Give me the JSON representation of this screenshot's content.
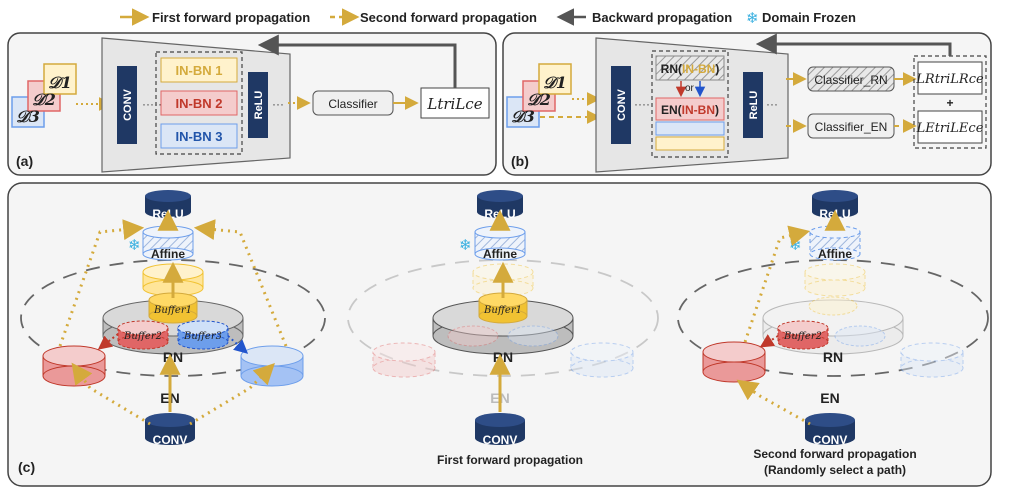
{
  "legend": {
    "first_forward": "First forward propagation",
    "second_forward": "Second forward propagation",
    "backward": "Backward propagation",
    "domain_frozen": "Domain Frozen"
  },
  "domains": {
    "d1": "𝒟1",
    "d2": "𝒟2",
    "d3": "𝒟3"
  },
  "panel_a": {
    "label": "(a)",
    "conv": "CONV",
    "relu": "ReLU",
    "bn1": "IN-BN 1",
    "bn2": "IN-BN 2",
    "bn3": "IN-BN 3",
    "classifier": "Classifier",
    "loss": "LtriLce"
  },
  "panel_b": {
    "label": "(b)",
    "conv": "CONV",
    "relu": "ReLU",
    "rn_prefix": "RN(",
    "rn_inner": "IN-BN",
    "rn_suffix": ")",
    "or": "or",
    "en_prefix": "EN(",
    "en_inner": "IN-BN",
    "en_suffix": ")",
    "classifier_rn": "Classifier_RN",
    "classifier_en": "Classifier_EN",
    "loss_r": "LRtriLRce",
    "plus": "+",
    "loss_e": "LEtriLEce"
  },
  "panel_c": {
    "label": "(c)",
    "relu": "ReLU",
    "affine": "Affine",
    "buffer1": "Buffer1",
    "buffer2": "Buffer2",
    "buffer3": "Buffer3",
    "rn": "RN",
    "en": "EN",
    "conv": "CONV",
    "caption_mid": "First forward propagation",
    "caption_right_1": "Second forward propagation",
    "caption_right_2": "(Randomly select a path)"
  },
  "colors": {
    "navy": "#1f3864",
    "gold": "#d4aa3c",
    "red": "#e06666",
    "blue": "#6d9eeb",
    "orange": "#f1c232",
    "panel_bg": "#f5f5f5"
  }
}
